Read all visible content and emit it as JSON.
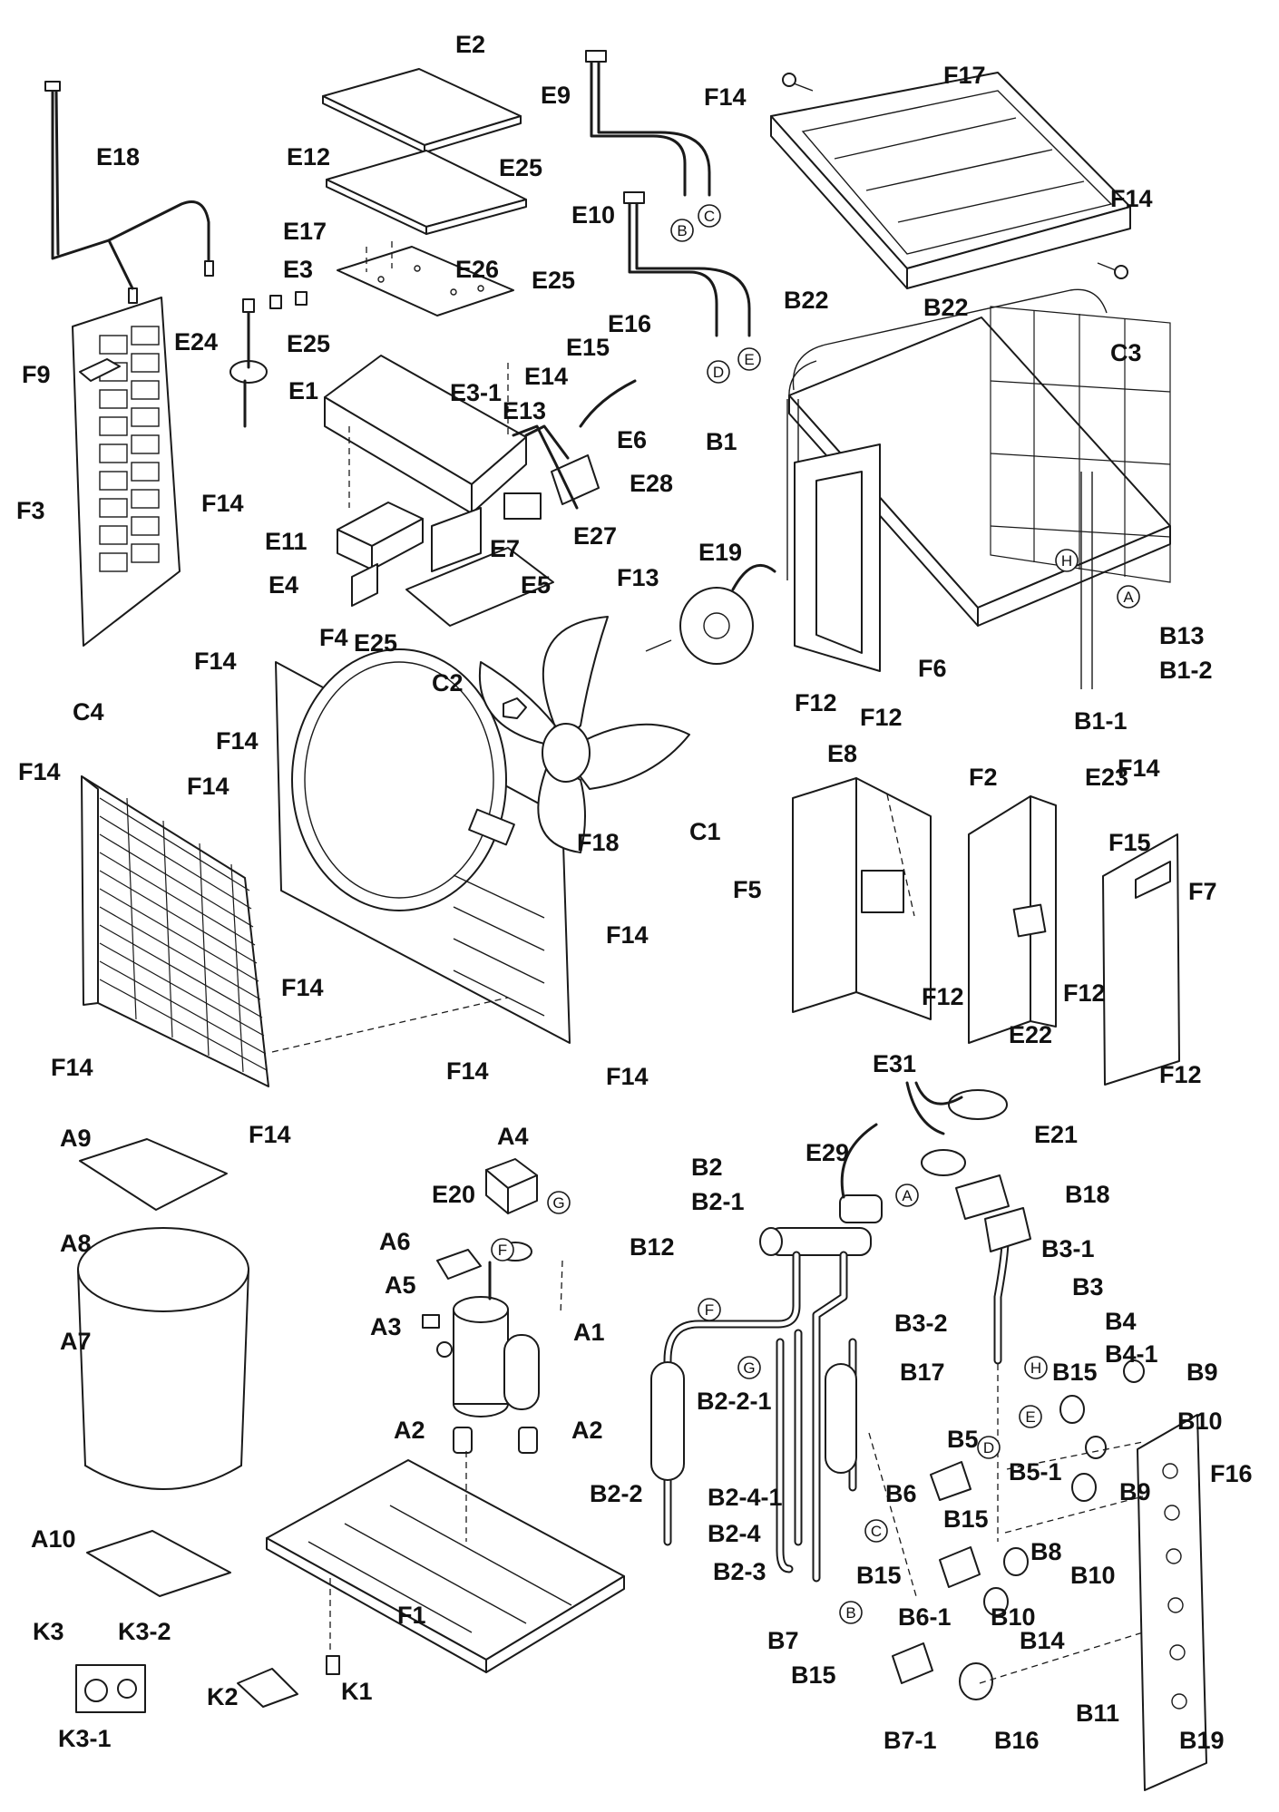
{
  "labels": {
    "E2": "E2",
    "E9": "E9",
    "F14": "F14",
    "F17": "F17",
    "E18": "E18",
    "E12": "E12",
    "E25": "E25",
    "E10": "E10",
    "E17": "E17",
    "E26": "E26",
    "E3": "E3",
    "B22": "B22",
    "C3": "C3",
    "E16": "E16",
    "E24": "E24",
    "E15": "E15",
    "F9": "F9",
    "E1": "E1",
    "E3-1": "E3-1",
    "E14": "E14",
    "E13": "E13",
    "E6": "E6",
    "B1": "B1",
    "E28": "E28",
    "F3": "F3",
    "E11": "E11",
    "E7": "E7",
    "E27": "E27",
    "E4": "E4",
    "E5": "E5",
    "F13": "F13",
    "E19": "E19",
    "B13": "B13",
    "B1-2": "B1-2",
    "F6": "F6",
    "B1-1": "B1-1",
    "F4": "F4",
    "C2": "C2",
    "C4": "C4",
    "F12": "F12",
    "E8": "E8",
    "F2": "F2",
    "E23": "E23",
    "F15": "F15",
    "F18": "F18",
    "C1": "C1",
    "F5": "F5",
    "F7": "F7",
    "E22": "E22",
    "E31": "E31",
    "A9": "A9",
    "A4": "A4",
    "E29": "E29",
    "E21": "E21",
    "E20": "E20",
    "B2": "B2",
    "B2-1": "B2-1",
    "B18": "B18",
    "A8": "A8",
    "A6": "A6",
    "B12": "B12",
    "B3-1": "B3-1",
    "A5": "A5",
    "A1": "A1",
    "B3": "B3",
    "A3": "A3",
    "A7": "A7",
    "B3-2": "B3-2",
    "B4": "B4",
    "B4-1": "B4-1",
    "B9": "B9",
    "B17": "B17",
    "B15": "B15",
    "A2": "A2",
    "B2-2-1": "B2-2-1",
    "B10": "B10",
    "B5": "B5",
    "B5-1": "B5-1",
    "A10": "A10",
    "F16": "F16",
    "B2-2": "B2-2",
    "B2-4-1": "B2-4-1",
    "B6": "B6",
    "B2-4": "B2-4",
    "B8": "B8",
    "B2-3": "B2-3",
    "F1": "F1",
    "K3": "K3",
    "K3-2": "K3-2",
    "B6-1": "B6-1",
    "B7": "B7",
    "B14": "B14",
    "K1": "K1",
    "K2": "K2",
    "K3-1": "K3-1",
    "B11": "B11",
    "B19": "B19",
    "B7-1": "B7-1",
    "B16": "B16"
  },
  "connectors": {
    "A": "A",
    "B": "B",
    "C": "C",
    "D": "D",
    "E": "E",
    "F": "F",
    "G": "G",
    "H": "H"
  }
}
